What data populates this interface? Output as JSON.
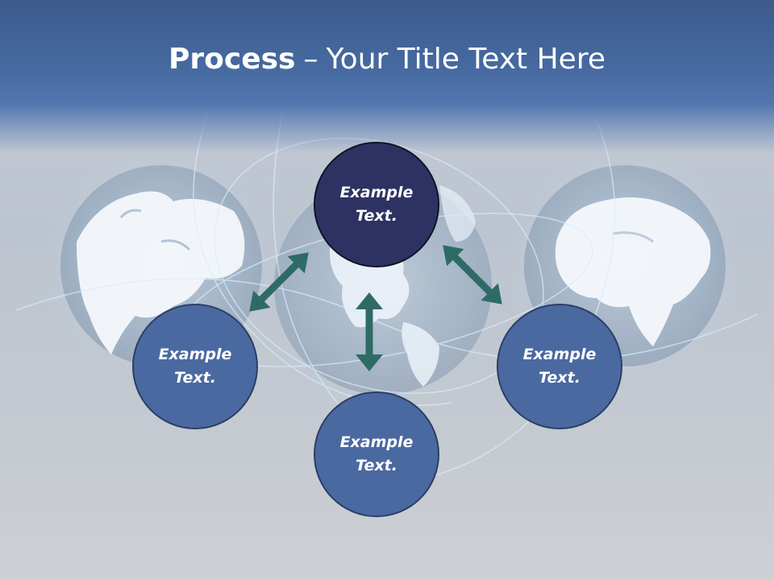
{
  "title": {
    "bold": "Process",
    "separator": "–",
    "rest": "Your Title Text Here"
  },
  "nodes": {
    "top": "Example Text.",
    "left": "Example Text.",
    "right": "Example Text.",
    "bottom": "Example Text."
  },
  "colors": {
    "header": "#466aa0",
    "node_dark": "#2e3263",
    "node_blue": "#4a69a0",
    "arrow": "#2f6b66",
    "text": "#ffffff"
  }
}
